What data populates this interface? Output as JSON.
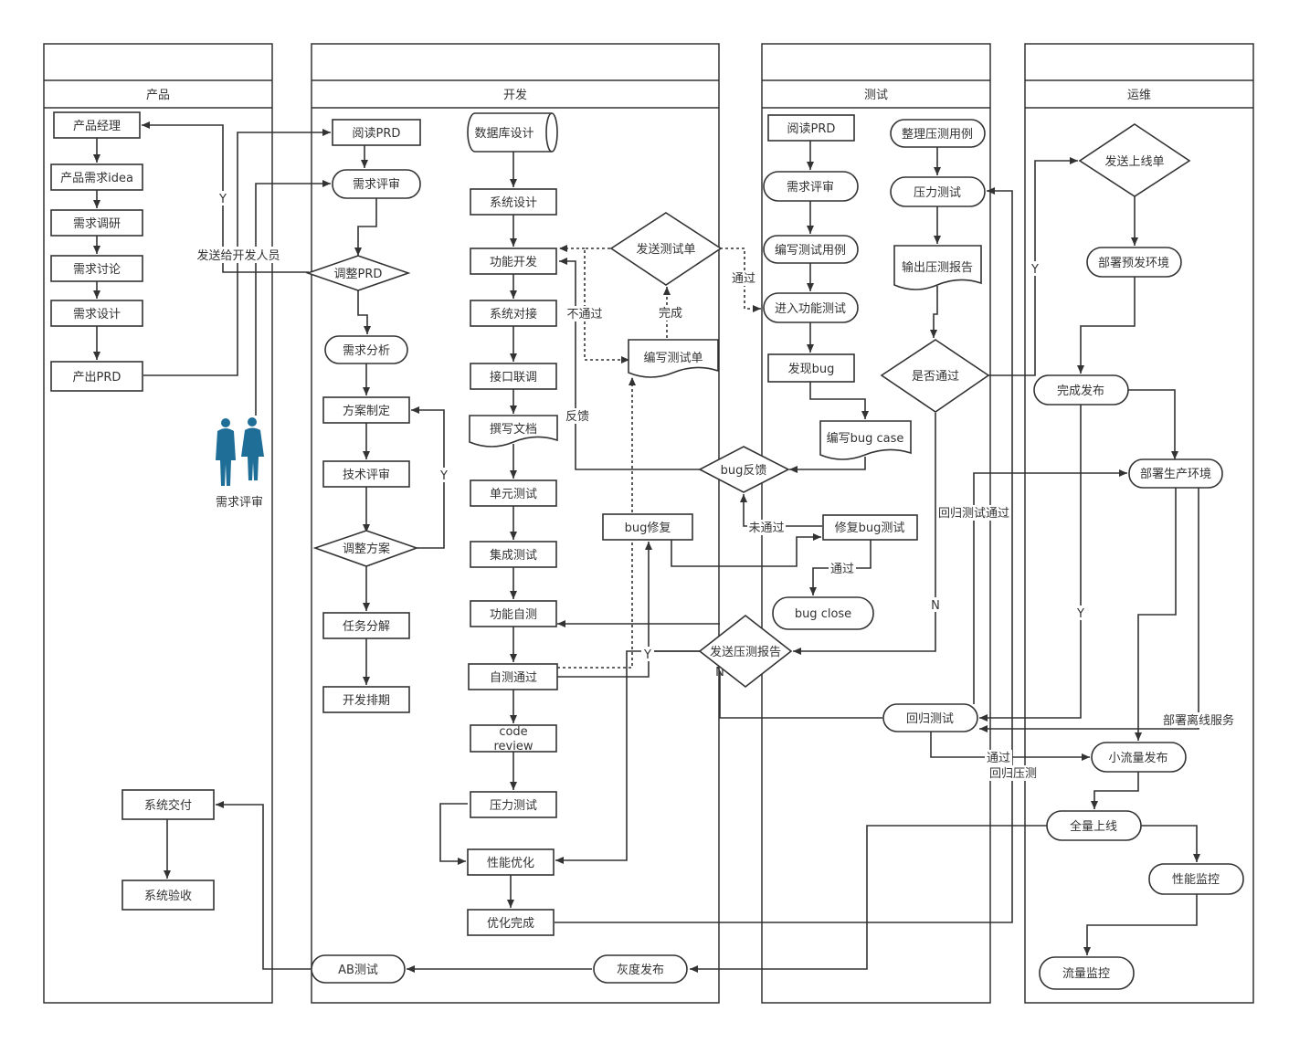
{
  "lanes": [
    {
      "id": "product",
      "title": "产品"
    },
    {
      "id": "dev",
      "title": "开发"
    },
    {
      "id": "test",
      "title": "测试"
    },
    {
      "id": "ops",
      "title": "运维"
    }
  ],
  "nodes": {
    "p_manager": "产品经理",
    "p_idea": "产品需求idea",
    "p_research": "需求调研",
    "p_discuss": "需求讨论",
    "p_design": "需求设计",
    "p_prd": "产出PRD",
    "p_deliver": "系统交付",
    "p_accept": "系统验收",
    "d_read": "阅读PRD",
    "d_review": "需求评审",
    "d_adjust_prd": "调整PRD",
    "d_analysis": "需求分析",
    "d_plan": "方案制定",
    "d_tech_review": "技术评审",
    "d_adjust_plan": "调整方案",
    "d_task": "任务分解",
    "d_schedule": "开发排期",
    "d_db": "数据库设计",
    "d_sysdesign": "系统设计",
    "d_func": "功能开发",
    "d_integrate": "系统对接",
    "d_api": "接口联调",
    "d_doc": "撰写文档",
    "d_unit": "单元测试",
    "d_integration": "集成测试",
    "d_selftest": "功能自测",
    "d_selfpass": "自测通过",
    "d_code_review_1": "code",
    "d_code_review_2": "review",
    "d_stress": "压力测试",
    "d_perf": "性能优化",
    "d_optdone": "优化完成",
    "d_send_test": "发送测试单",
    "d_write_test": "编写测试单",
    "d_bugfix": "bug修复",
    "d_gray": "灰度发布",
    "d_ab": "AB测试",
    "t_read": "阅读PRD",
    "t_review": "需求评审",
    "t_cases": "编写测试用例",
    "t_functest": "进入功能测试",
    "t_findbug": "发现bug",
    "t_bugcase": "编写bug case",
    "t_bugfeedback": "bug反馈",
    "t_fixtest": "修复bug测试",
    "t_bugclose": "bug close",
    "t_send_stress": "发送压测报告",
    "t_regress": "回归测试",
    "t_stress_cases": "整理压测用例",
    "t_stress": "压力测试",
    "t_stress_report": "输出压测报告",
    "t_pass": "是否通过",
    "o_send": "发送上线单",
    "o_preenv": "部署预发环境",
    "o_done": "完成发布",
    "o_prodenv": "部署生产环境",
    "o_small": "小流量发布",
    "o_full": "全量上线",
    "o_perfmon": "性能监控",
    "o_trafficmon": "流量监控"
  },
  "edge_labels": {
    "y_prd": "Y",
    "send_to_dev": "发送给开发人员",
    "y_plan": "Y",
    "pass_send": "通过",
    "done_write": "完成",
    "nopass": "不通过",
    "feedback": "反馈",
    "notpass_fix": "未通过",
    "pass_close": "通过",
    "y_selfpass": "Y",
    "n_stress": "N",
    "n_pass": "N",
    "y_pass": "Y",
    "regress_pass": "回归测试通过",
    "y_done": "Y",
    "pass_small": "通过",
    "regress_stress": "回归压测",
    "offline": "部署离线服务"
  },
  "figure_caption": "需求评审",
  "colors": {
    "stroke": "#333333",
    "figure": "#1f6e98"
  }
}
